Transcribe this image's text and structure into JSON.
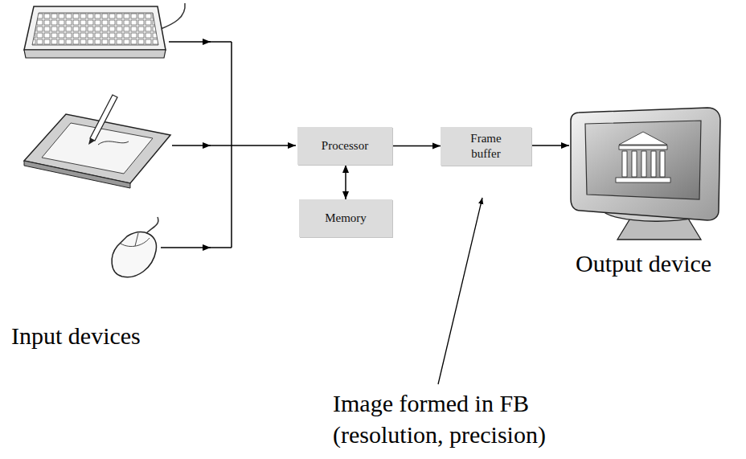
{
  "diagram": {
    "nodes": [
      {
        "text": [
          "Processor"
        ]
      },
      {
        "text": [
          "Frame buffer"
        ]
      },
      {
        "text": [
          "Memory"
        ]
      }
    ],
    "edges": [
      {
        "from": 0,
        "to": 1,
        "arrow": "to"
      },
      {
        "from": 0,
        "to": 2,
        "arrow": "both"
      }
    ],
    "labels": [
      "Output device",
      "Input devices",
      "Image formed in FB (resolution, precision)"
    ]
  }
}
